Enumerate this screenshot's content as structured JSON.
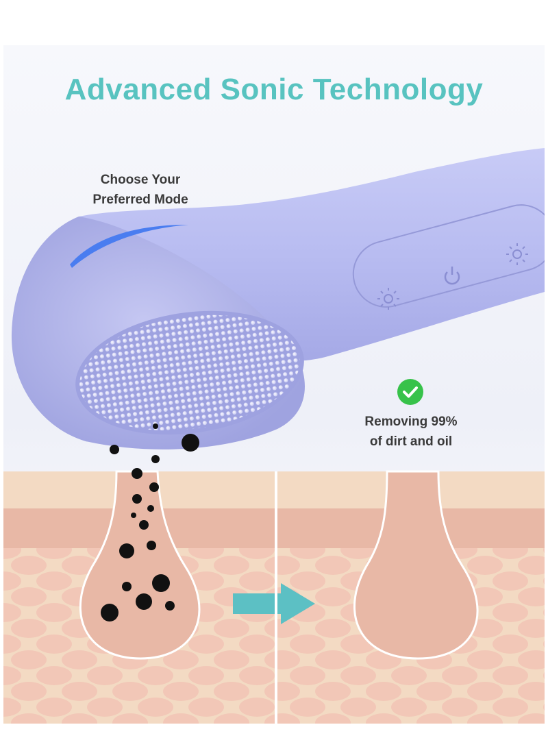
{
  "title": "Advanced Sonic Technology",
  "mode_callout": {
    "line1": "Choose Your",
    "line2": "Preferred Mode"
  },
  "result_callout": {
    "line1": "Removing 99%",
    "line2": "of dirt and oil"
  },
  "colors": {
    "title": "#58c3c0",
    "device": "#b7bbf1",
    "check": "#37c24a",
    "skin": "#f3dac3",
    "pore": "#e8b8a6",
    "arrow": "#5cc0c4"
  },
  "icons": [
    "check-icon",
    "sun-icon",
    "power-icon",
    "arrow-right-icon"
  ]
}
